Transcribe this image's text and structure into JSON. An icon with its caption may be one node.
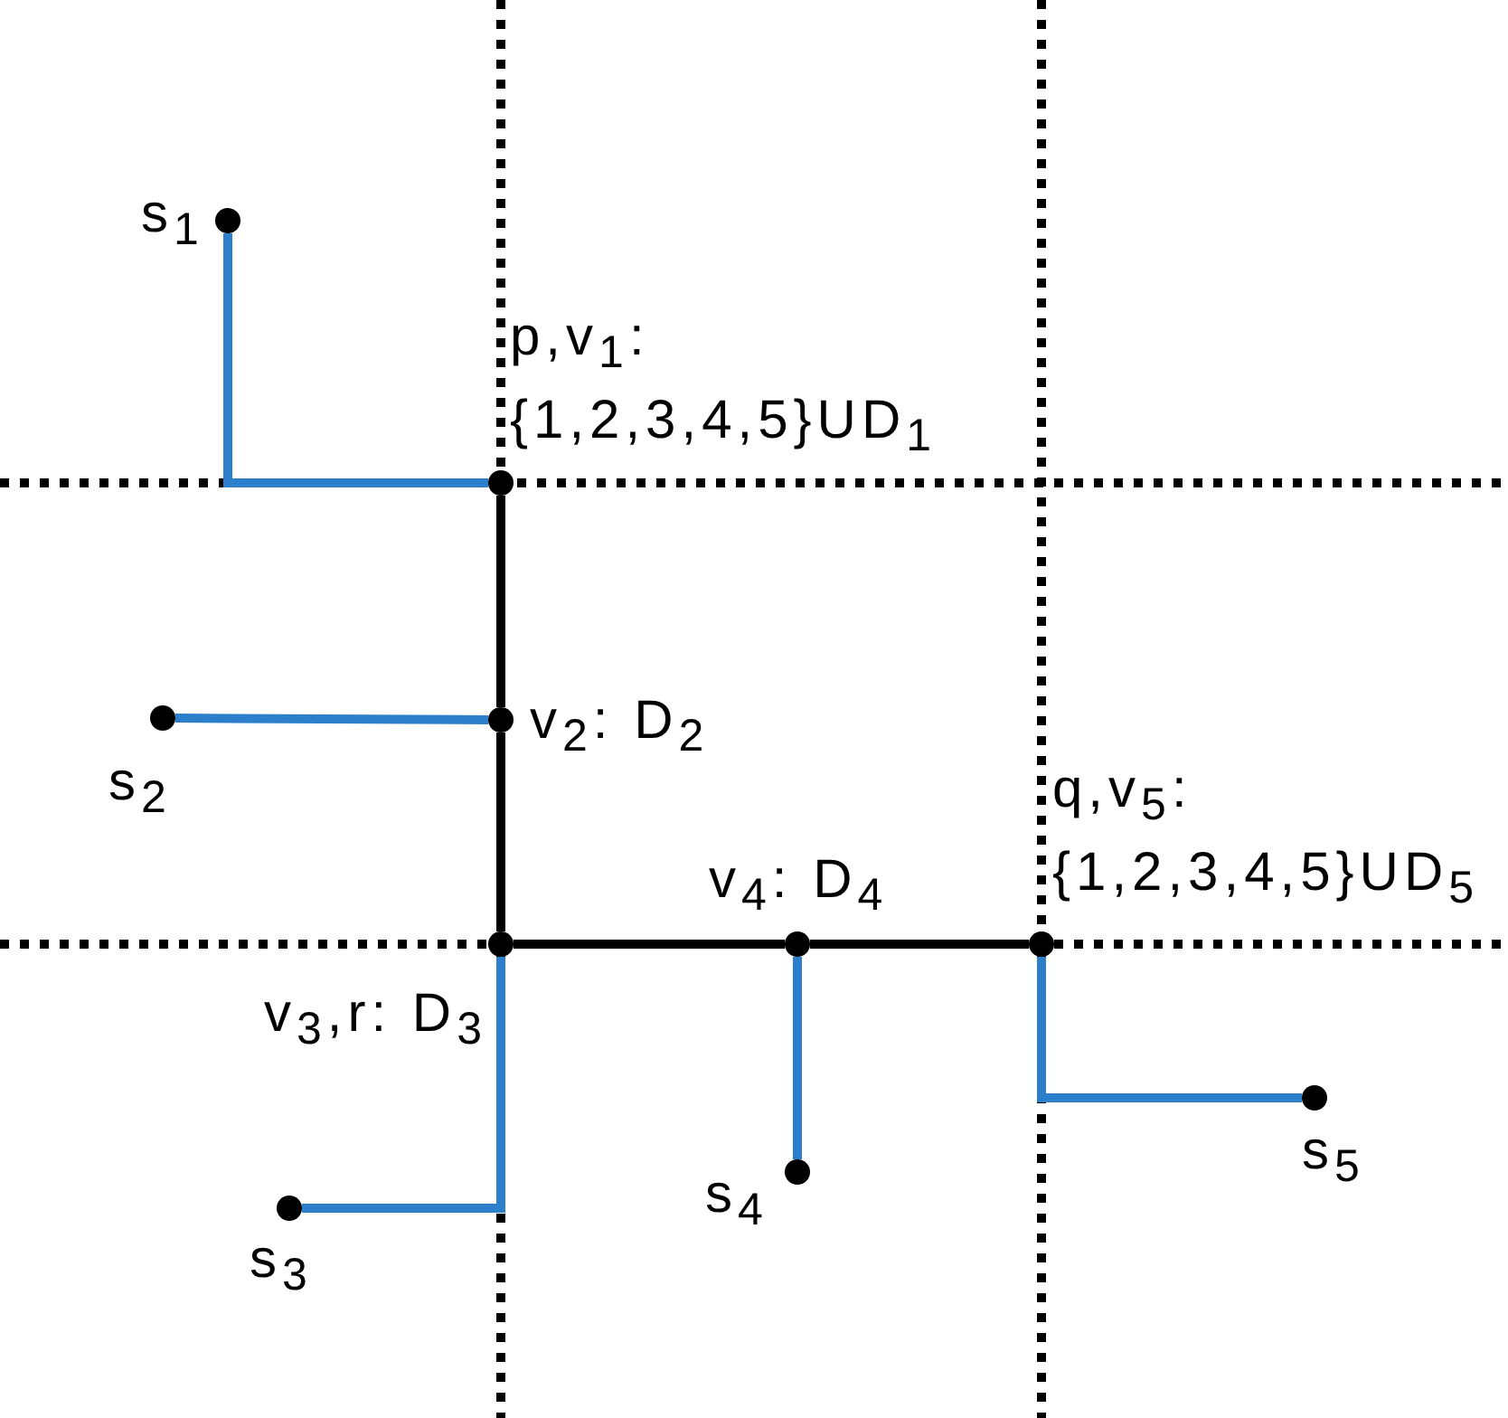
{
  "diagram": {
    "nodes": [
      {
        "text": [],
        "shape": "circle",
        "beside": [
          "s$_{1}$"
        ]
      },
      {
        "text": [],
        "shape": "circle",
        "beside": [
          "p,v$_{1}$: {1,2,3,4,5}UD$_{1}$"
        ]
      },
      {
        "text": [],
        "shape": "circle",
        "beside": [
          "s$_{2}$"
        ]
      },
      {
        "text": [],
        "shape": "circle",
        "beside": [
          "v$_{2}$: D$_{2}$"
        ]
      },
      {
        "text": [],
        "shape": "circle",
        "beside": [
          "v$_{4}$: D$_{4}$"
        ]
      },
      {
        "text": [],
        "shape": "circle",
        "beside": [
          "q,v$_{5}$: {1,2,3,4,5}UD$_{5}$"
        ]
      },
      {
        "text": [],
        "shape": "circle",
        "beside": [
          "v$_{3}$,r: D$_{3}$"
        ]
      },
      {
        "text": [],
        "shape": "circle",
        "beside": [
          "s$_{4}$"
        ]
      },
      {
        "text": [],
        "shape": "circle",
        "beside": [
          "s$_{5}$"
        ]
      },
      {
        "text": [],
        "shape": "circle",
        "beside": [
          "s$_{3}$"
        ]
      }
    ],
    "edges": [
      {
        "from": 0,
        "to": 1,
        "arrow": "none"
      },
      {
        "from": 2,
        "to": 3,
        "arrow": "none"
      },
      {
        "from": 9,
        "to": 6,
        "arrow": "none"
      },
      {
        "from": 7,
        "to": 4,
        "arrow": "none"
      },
      {
        "from": 8,
        "to": 5,
        "arrow": "none"
      },
      {
        "from": 1,
        "to": 3,
        "arrow": "none",
        "color": "#000000"
      },
      {
        "from": 3,
        "to": 6,
        "arrow": "none",
        "color": "#000000"
      },
      {
        "from": 6,
        "to": 4,
        "arrow": "none",
        "color": "#000000"
      },
      {
        "from": 4,
        "to": 5,
        "arrow": "none",
        "color": "#000000"
      }
    ]
  }
}
